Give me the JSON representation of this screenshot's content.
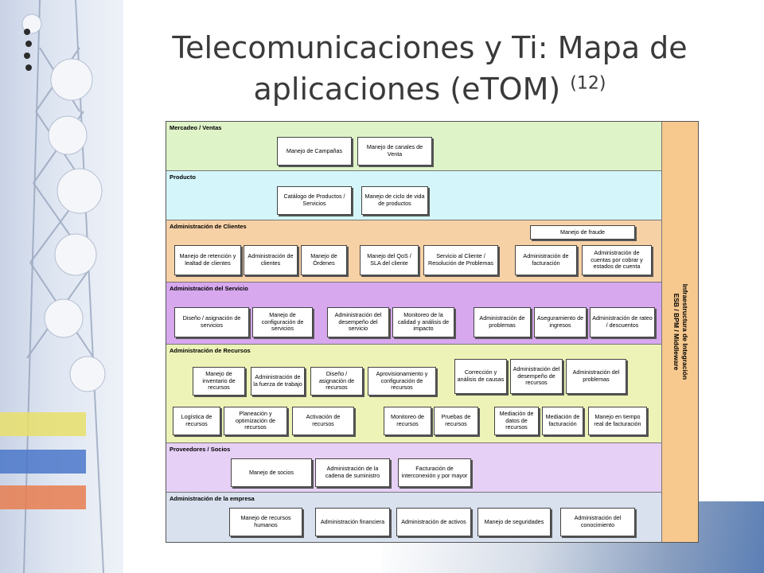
{
  "title": {
    "line1": "Telecomunicaciones y Ti: Mapa de",
    "line2": "aplicaciones (eTOM)",
    "note": "(12)"
  },
  "diagram": {
    "bands": [
      {
        "label": "Mercadeo / Ventas",
        "color": "#dff3c8",
        "boxes": [
          "Manejo de Campañas",
          "Manejo de canales de Venta"
        ]
      },
      {
        "label": "Producto",
        "color": "#d4f6fb",
        "boxes": [
          "Catálogo de Productos / Servicios",
          "Manejo de ciclo de vida de productos"
        ]
      },
      {
        "label": "Administración de Clientes",
        "color": "#f7d1a6",
        "boxes": [
          "Manejo de fraude",
          "Manejo de retención y lealtad de clientes",
          "Administración de clientes",
          "Manejo de Órdenes",
          "Manejo del QoS / SLA del cliente",
          "Servicio al Cliente / Resolución de Problemas",
          "Administración de facturación",
          "Administración de cuentas por cobrar y estados de cuenta"
        ]
      },
      {
        "label": "Administración del Servicio",
        "color": "#d7a8ee",
        "boxes": [
          "Diseño / asignación de servicios",
          "Manejo de configuración de servicios",
          "Administración del desempeño del servicio",
          "Monitoreo de la calidad y análisis de impacto",
          "Administración de problemas",
          "Aseguramiento de ingresos",
          "Administración de rateo / descuentos"
        ]
      },
      {
        "label": "Administración de Recursos",
        "color": "#edf3b6",
        "boxes": [
          "Manejo de inventario de recursos",
          "Administración de la fuerza de trabajo",
          "Diseño / asignación de recursos",
          "Aprovisionamiento y configuración de recursos",
          "Corrección y análisis de causas",
          "Administración del desempeño de recursos",
          "Administración del problemas",
          "Logística de recursos",
          "Planeación y optimización de recursos",
          "Activación de recursos",
          "Monitoreo de recursos",
          "Pruebas de recursos",
          "Mediación de datos de recursos",
          "Mediación de facturación",
          "Manejo en tiempo real de facturación"
        ]
      },
      {
        "label": "Proveedores / Socios",
        "color": "#e7d0f6",
        "boxes": [
          "Manejo de socios",
          "Administración de la cadena de suministro",
          "Facturación de interconexión y por mayor"
        ]
      },
      {
        "label": "Administración de la empresa",
        "color": "#d9e1ef",
        "boxes": [
          "Manejo de recursos humanos",
          "Administración financiera",
          "Administración de activos",
          "Manejo de seguridades",
          "Administración del conocimiento"
        ]
      }
    ],
    "infrastructure": {
      "line1": "Infraestructura de Integración",
      "line2": "ESB / BPM / Middleware",
      "color": "#f7c98f"
    }
  }
}
